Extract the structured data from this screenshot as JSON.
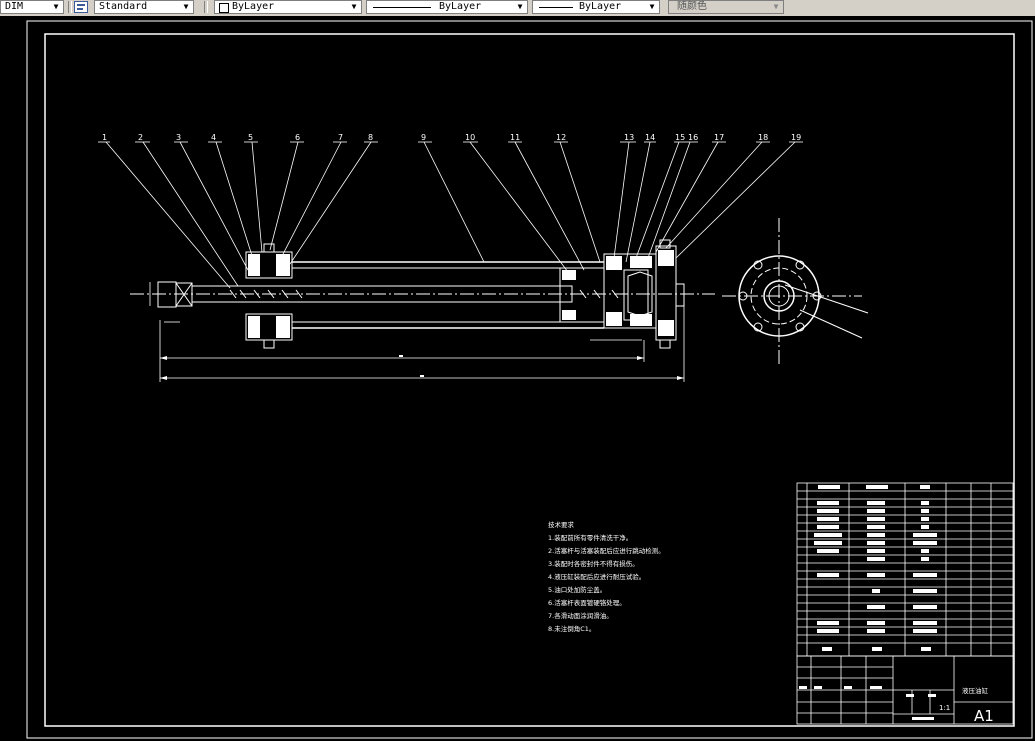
{
  "toolbar": {
    "dim_style": "DIM",
    "text_style": "Standard",
    "layer": "ByLayer",
    "linetype": "ByLayer",
    "lineweight": "ByLayer",
    "plot_style": "随颜色"
  },
  "drawing": {
    "callouts": [
      "1",
      "2",
      "3",
      "4",
      "5",
      "6",
      "7",
      "8",
      "9",
      "10",
      "11",
      "12",
      "13",
      "14",
      "15",
      "16",
      "17",
      "18",
      "19"
    ],
    "notes": [
      "技术要求",
      "1.装配前所有零件清洗干净。",
      "2.活塞杆与活塞装配后应进行跳动检测。",
      "3.装配时各密封件不得有损伤。",
      "4.液压缸装配后应进行耐压试验。",
      "5.油口处加防尘盖。",
      "6.活塞杆表面镀硬铬处理。",
      "7.各滑动面涂润滑油。",
      "8.未注倒角C1。"
    ],
    "title_block": {
      "name": "液压油缸",
      "sheet_size": "A1",
      "scale": "1:1"
    }
  }
}
